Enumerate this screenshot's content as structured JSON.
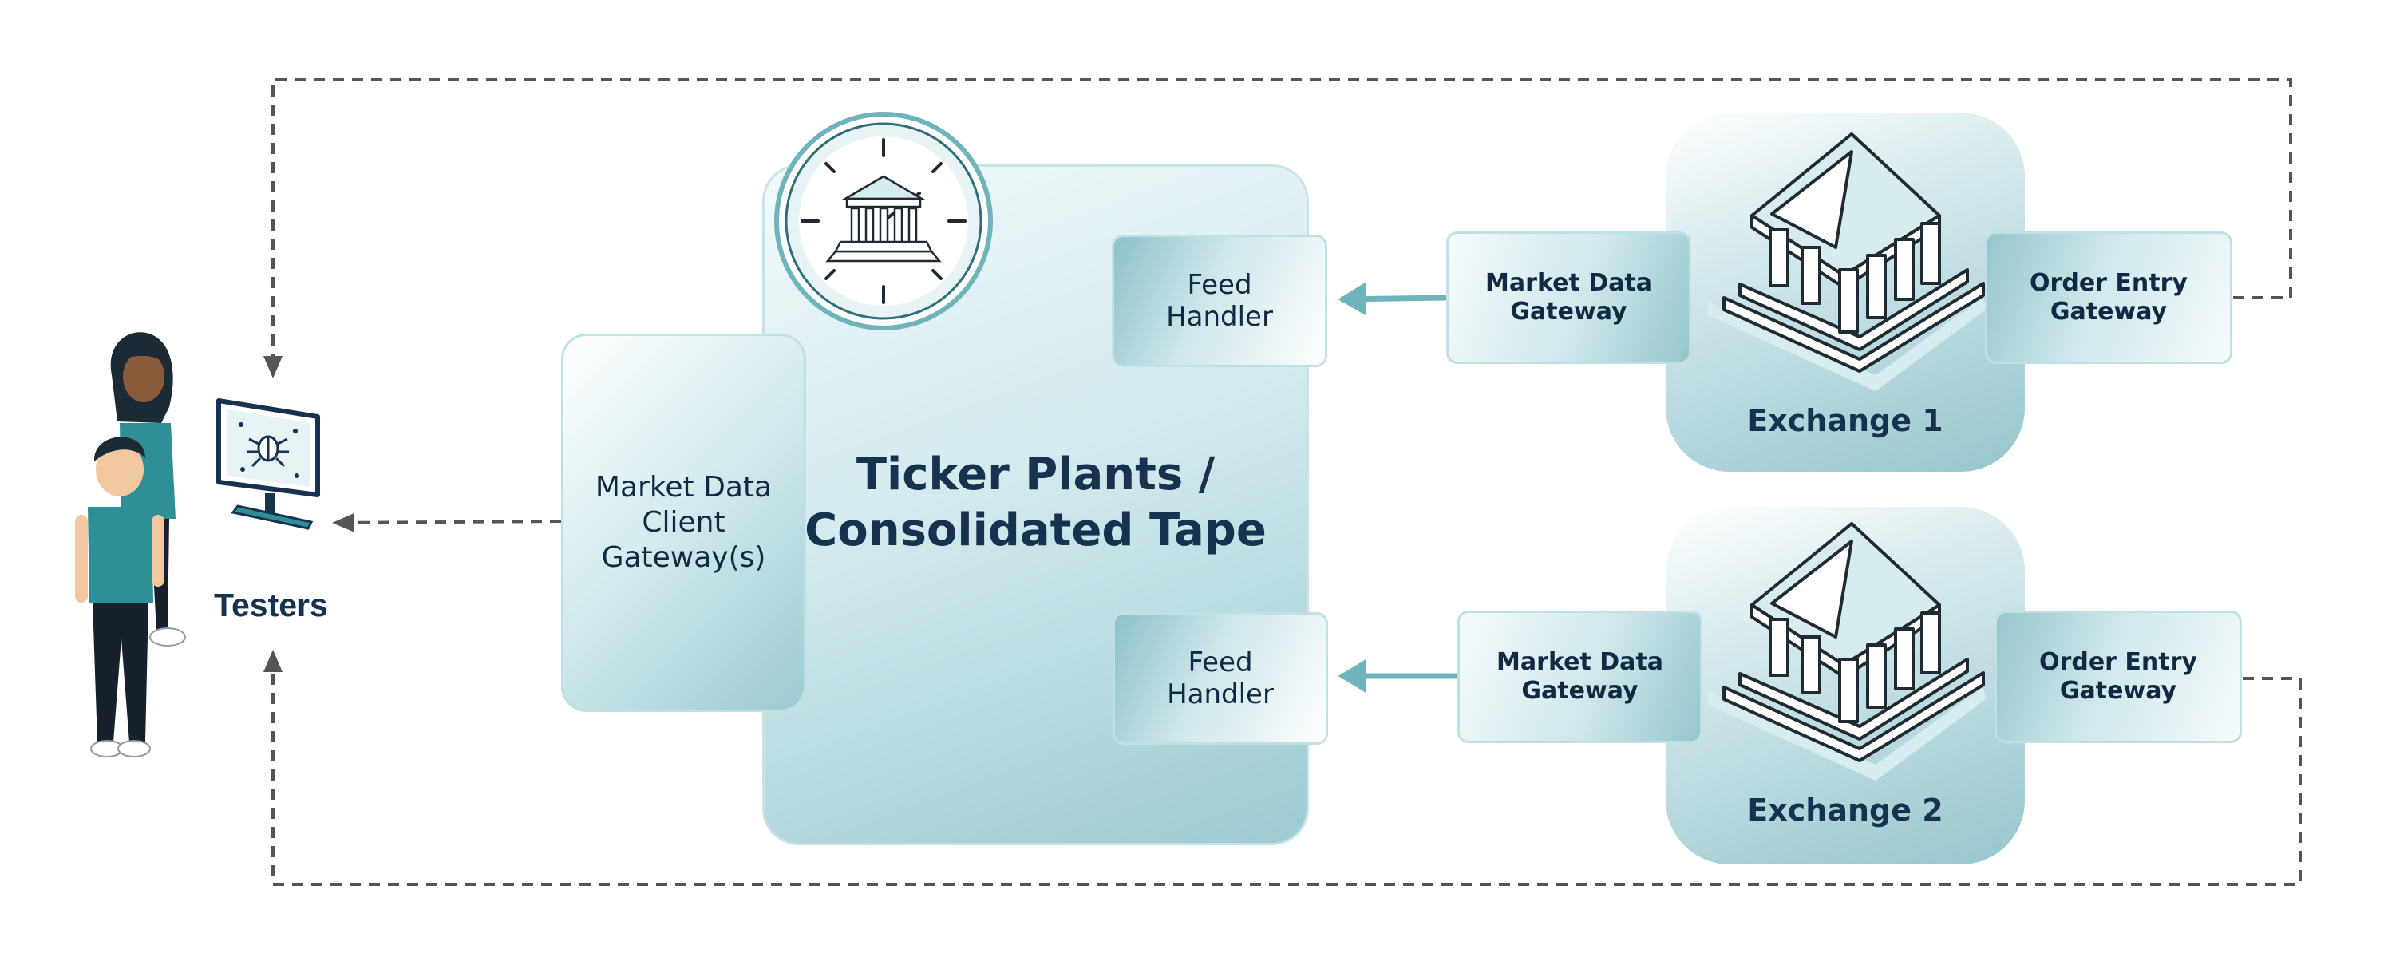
{
  "ticker_plant": {
    "title_line1": "Ticker Plants /",
    "title_line2": "Consolidated Tape"
  },
  "client_gateway": {
    "line1": "Market Data",
    "line2": "Client",
    "line3": "Gateway(s)"
  },
  "feed_handlers": [
    {
      "line1": "Feed",
      "line2": "Handler"
    },
    {
      "line1": "Feed",
      "line2": "Handler"
    }
  ],
  "exchanges": [
    {
      "name": "Exchange 1",
      "market_data_gateway": {
        "line1": "Market Data",
        "line2": "Gateway"
      },
      "order_entry_gateway": {
        "line1": "Order Entry",
        "line2": "Gateway"
      }
    },
    {
      "name": "Exchange 2",
      "market_data_gateway": {
        "line1": "Market Data",
        "line2": "Gateway"
      },
      "order_entry_gateway": {
        "line1": "Order Entry",
        "line2": "Gateway"
      }
    }
  ],
  "testers": {
    "label": "Testers"
  },
  "colors": {
    "navy": "#17324f",
    "teal": "#2f8f97",
    "teal_light": "#c6e4e8",
    "arrow": "#6fb3bb",
    "dashed": "#555555"
  }
}
